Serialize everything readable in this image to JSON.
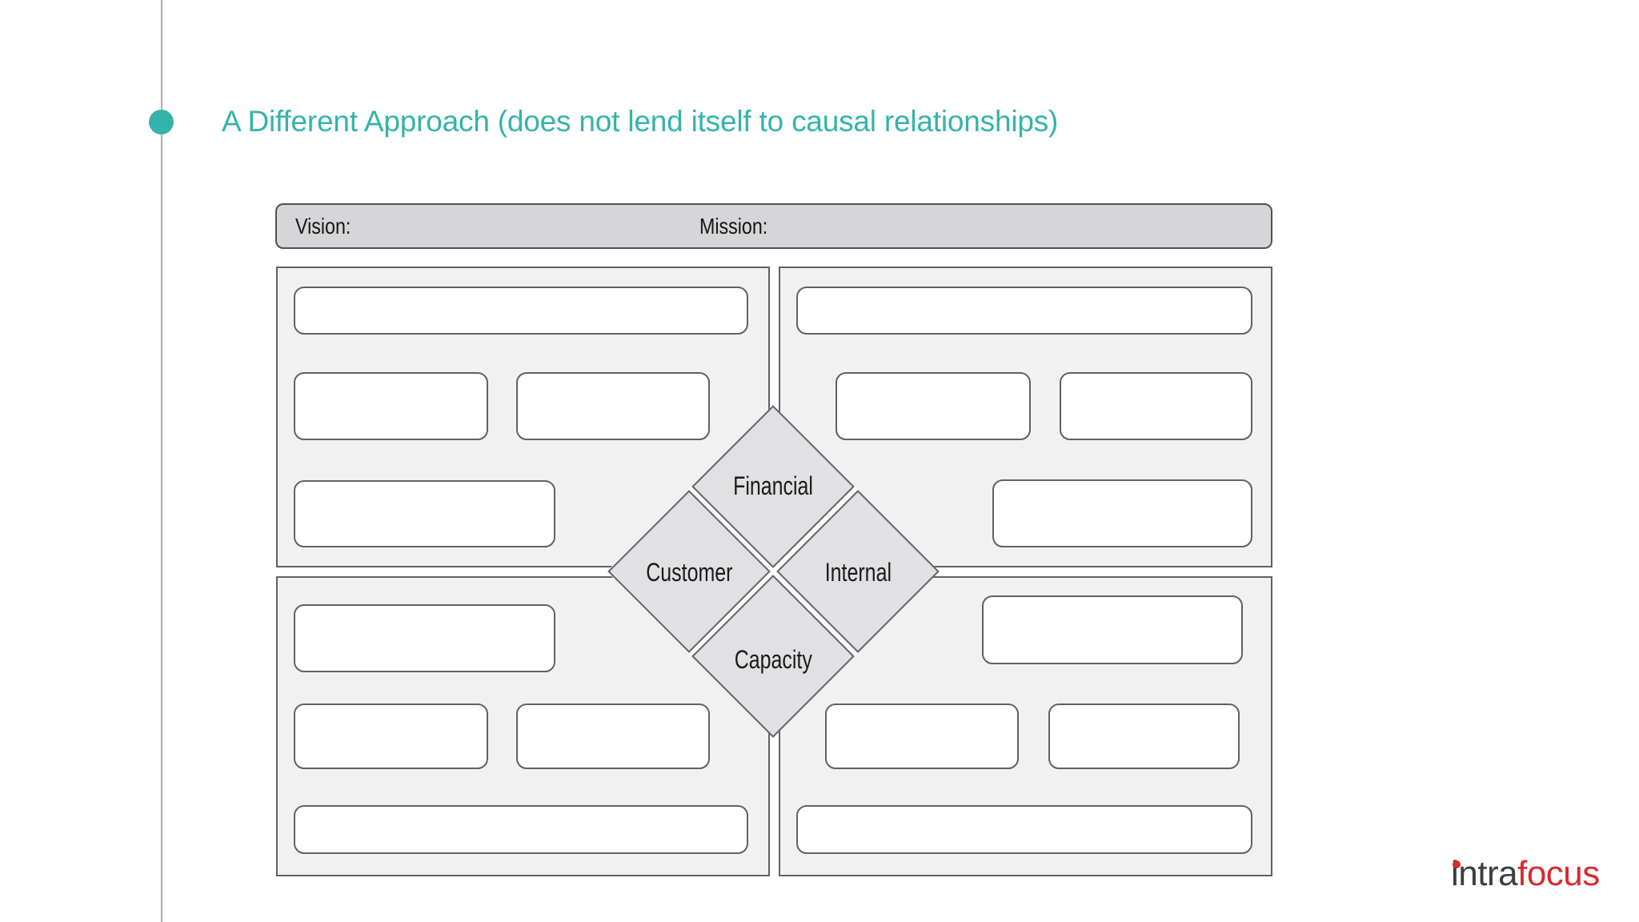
{
  "slide": {
    "title": "A Different Approach (does not lend itself to causal relationships)",
    "vision_mission_bar": {
      "vision_label": "Vision:",
      "mission_label": "Mission:"
    },
    "perspectives": [
      {
        "label": "Financial"
      },
      {
        "label": "Customer"
      },
      {
        "label": "Internal"
      },
      {
        "label": "Capacity"
      }
    ],
    "quadrants": [
      {
        "name": "top-left",
        "placeholder_box_count": 4
      },
      {
        "name": "top-right",
        "placeholder_box_count": 4
      },
      {
        "name": "bottom-left",
        "placeholder_box_count": 4
      },
      {
        "name": "bottom-right",
        "placeholder_box_count": 4
      }
    ],
    "logo": {
      "prefix": "intra",
      "suffix": "focus"
    },
    "colors": {
      "accent_teal": "#35b3aa",
      "logo_dark": "#3d3e40",
      "logo_red": "#d62b31",
      "panel_fill": "#f1f1f2",
      "bar_fill": "#d6d6d8",
      "diamond_fill": "#e1e1e3",
      "shape_border": "#606164"
    }
  }
}
